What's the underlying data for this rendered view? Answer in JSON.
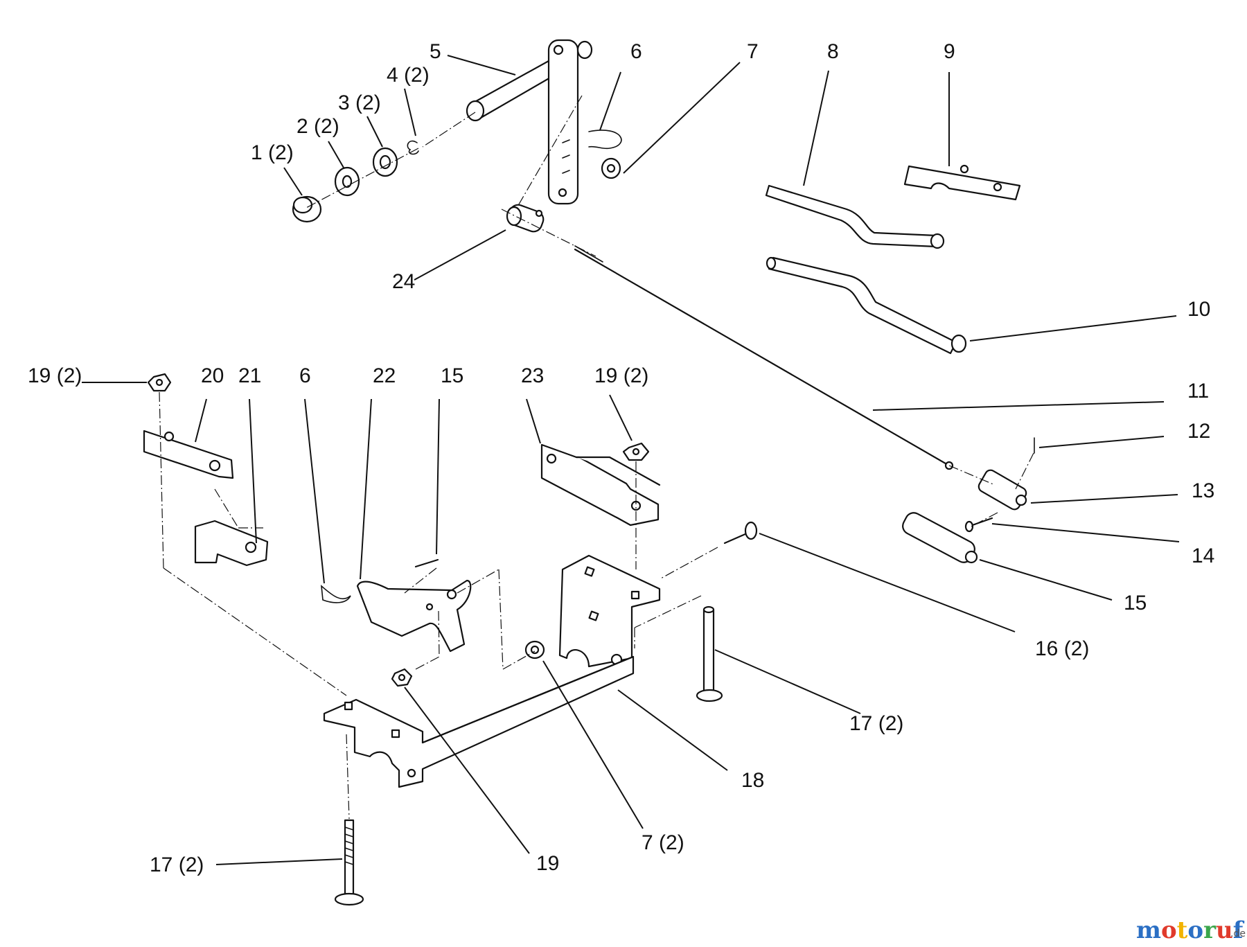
{
  "labels": {
    "l1": "1 (2)",
    "l2": "2 (2)",
    "l3": "3 (2)",
    "l4": "4 (2)",
    "l5": "5",
    "l6a": "6",
    "l7a": "7",
    "l8": "8",
    "l9": "9",
    "l10": "10",
    "l11": "11",
    "l12": "12",
    "l13": "13",
    "l14": "14",
    "l15a": "15",
    "l16": "16 (2)",
    "l17a": "17 (2)",
    "l18": "18",
    "l19a": "19 (2)",
    "l20": "20",
    "l21": "21",
    "l6b": "6",
    "l22": "22",
    "l15b": "15",
    "l23": "23",
    "l19b": "19 (2)",
    "l24": "24",
    "l7b": "7 (2)",
    "l19c": "19",
    "l17b": "17 (2)"
  },
  "watermark": {
    "letters": [
      "m",
      "o",
      "t",
      "o",
      "r",
      "u",
      "f"
    ],
    "colors": [
      "#2b6fc4",
      "#e03a2c",
      "#f2b300",
      "#2b6fc4",
      "#3aa64b",
      "#e03a2c",
      "#2b6fc4"
    ],
    "suffix": ".de"
  }
}
